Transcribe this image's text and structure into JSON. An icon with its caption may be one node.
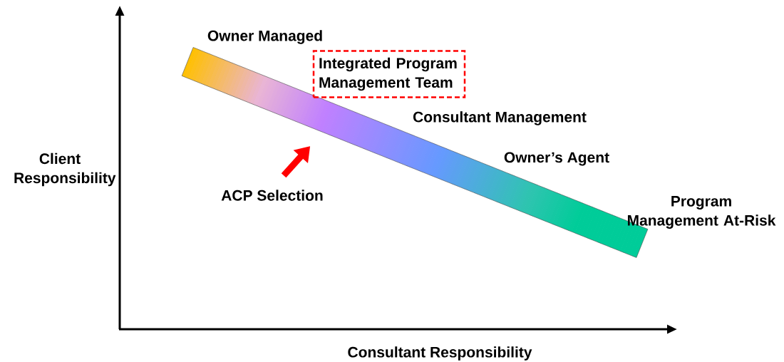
{
  "diagram": {
    "nodes": [
      {
        "text": [],
        "shape": "bar"
      },
      {
        "text": [
          "Integrated Program Management Team"
        ]
      },
      {
        "text": [
          "ACP Selection"
        ]
      }
    ],
    "edges": [
      {
        "from": 2,
        "to": 0,
        "arrow": "to",
        "color": "#ff0000"
      }
    ],
    "labels": [
      "Owner Managed",
      "Consultant Management",
      "Client Responsibility",
      "Owner’s Agent",
      "Program Management At-Risk",
      "Consultant Responsibility"
    ]
  }
}
